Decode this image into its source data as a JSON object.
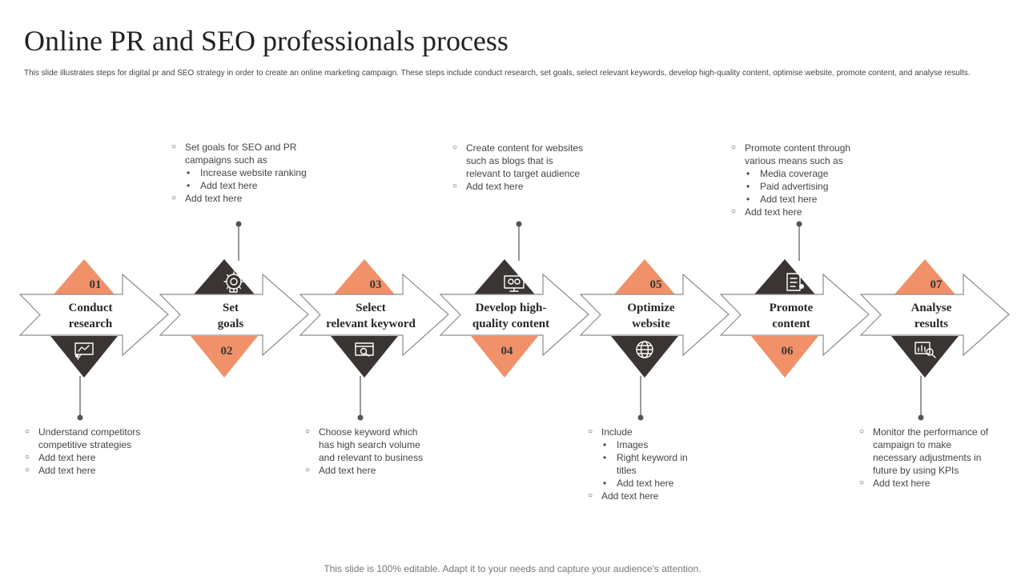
{
  "title": "Online PR and SEO professionals process",
  "subtitle": "This slide illustrates steps for digital pr and SEO  strategy in order to create an online marketing campaign. These steps include conduct research, set goals, select relevant keywords, develop high-quality content, optimise website, promote content, and analyse results.",
  "colors": {
    "accent": "#F0916A",
    "dark": "#3A3532",
    "arrow_stroke": "#8C8C8C",
    "text": "#262626"
  },
  "steps": [
    {
      "number": "01",
      "label_lines": [
        "Conduct",
        "research"
      ],
      "number_color": "accent",
      "icon_color": "dark",
      "icon": "presentation-icon",
      "note_position": "below",
      "note": [
        {
          "text": "Understand competitors competitive strategies",
          "sub": false
        },
        {
          "text": "Add text here",
          "sub": false
        },
        {
          "text": "Add text here",
          "sub": false
        }
      ]
    },
    {
      "number": "02",
      "label_lines": [
        "Set",
        "goals"
      ],
      "number_color": "accent",
      "icon_color": "dark",
      "icon": "brain-gear-icon",
      "note_position": "above",
      "note": [
        {
          "text": "Set goals for SEO and PR campaigns  such as",
          "sub": false
        },
        {
          "text": "Increase website ranking",
          "sub": true
        },
        {
          "text": "Add text here",
          "sub": true
        },
        {
          "text": "Add text here",
          "sub": false
        }
      ]
    },
    {
      "number": "03",
      "label_lines": [
        "Select",
        "relevant keyword"
      ],
      "number_color": "accent",
      "icon_color": "dark",
      "icon": "keyword-search-icon",
      "note_position": "below",
      "note": [
        {
          "text": "Choose keyword which has high search volume  and relevant  to business",
          "sub": false
        },
        {
          "text": "Add text here",
          "sub": false
        }
      ]
    },
    {
      "number": "04",
      "label_lines": [
        "Develop high-",
        "quality  content"
      ],
      "number_color": "accent",
      "icon_color": "dark",
      "icon": "seo-monitor-icon",
      "note_position": "above",
      "note": [
        {
          "text": "Create content for websites such as blogs that is relevant  to target audience",
          "sub": false
        },
        {
          "text": "Add text here",
          "sub": false
        }
      ]
    },
    {
      "number": "05",
      "label_lines": [
        "Optimize",
        "website"
      ],
      "number_color": "accent",
      "icon_color": "dark",
      "icon": "globe-icon",
      "note_position": "below",
      "note": [
        {
          "text": "Include",
          "sub": false
        },
        {
          "text": "Images",
          "sub": true
        },
        {
          "text": "Right keyword in titles",
          "sub": true
        },
        {
          "text": "Add text here",
          "sub": true
        },
        {
          "text": "Add text here",
          "sub": false
        }
      ]
    },
    {
      "number": "06",
      "label_lines": [
        "Promote",
        "content"
      ],
      "number_color": "accent",
      "icon_color": "dark",
      "icon": "content-checklist-icon",
      "note_position": "above",
      "note": [
        {
          "text": "Promote content through various  means  such as",
          "sub": false
        },
        {
          "text": "Media coverage",
          "sub": true
        },
        {
          "text": "Paid advertising",
          "sub": true
        },
        {
          "text": "Add text here",
          "sub": true
        },
        {
          "text": "Add text here",
          "sub": false
        }
      ]
    },
    {
      "number": "07",
      "label_lines": [
        "Analyse",
        "results"
      ],
      "number_color": "accent",
      "icon_color": "dark",
      "icon": "analytics-search-icon",
      "note_position": "below",
      "note": [
        {
          "text": "Monitor the performance  of campaign to make necessary adjustments in future by using KPIs",
          "sub": false
        },
        {
          "text": "Add text here",
          "sub": false
        }
      ]
    }
  ],
  "footer": "This slide is 100% editable. Adapt it to your needs and capture your audience's attention."
}
